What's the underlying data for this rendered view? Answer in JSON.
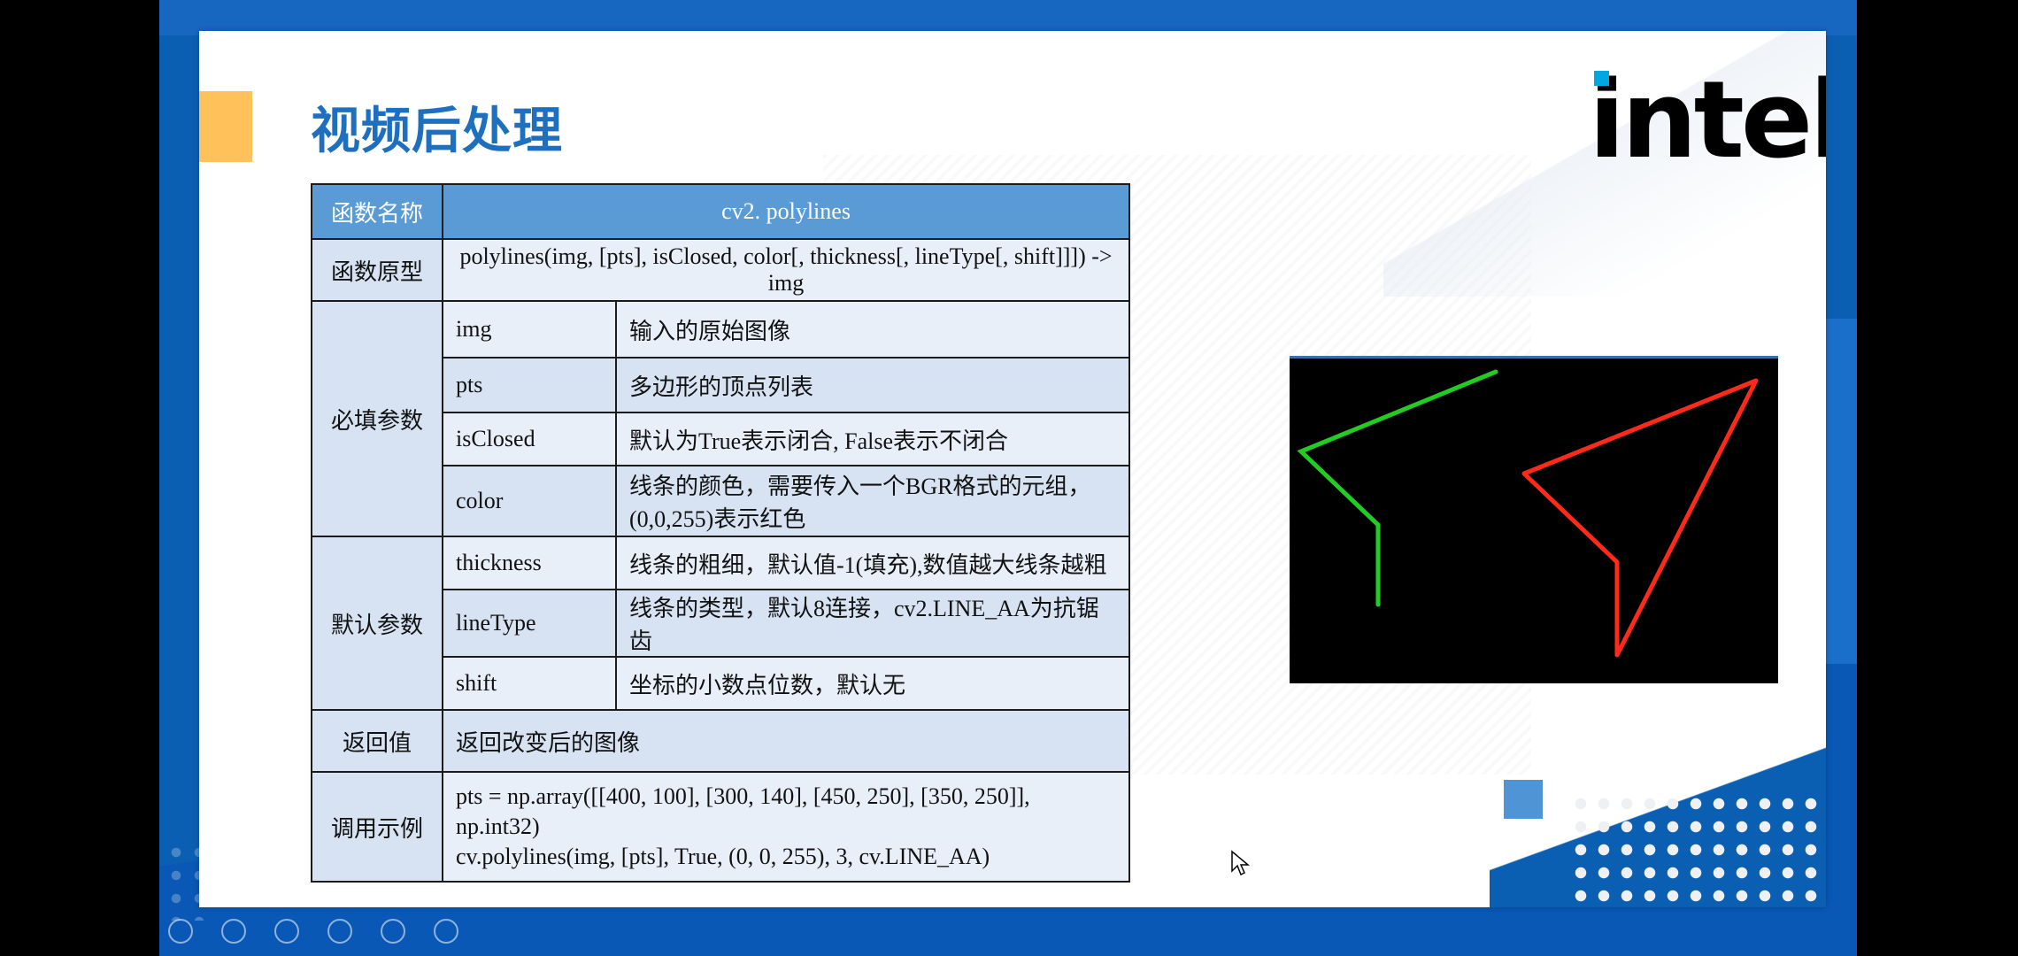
{
  "slide": {
    "title": "视频后处理",
    "logo_text": "intel",
    "accent_color": "#ffc15a",
    "brand_color": "#1f6fbf"
  },
  "table": {
    "name_label": "函数名称",
    "name_value": "cv2. polylines",
    "proto_label": "函数原型",
    "proto_value": "polylines(img, [pts], isClosed, color[, thickness[, lineType[, shift]]]) -> img",
    "required_label": "必填参数",
    "required_params": [
      {
        "name": "img",
        "desc": "输入的原始图像"
      },
      {
        "name": "pts",
        "desc": "多边形的顶点列表"
      },
      {
        "name": "isClosed",
        "desc": "默认为True表示闭合, False表示不闭合"
      },
      {
        "name": "color",
        "desc": "线条的颜色，需要传入一个BGR格式的元组，(0,0,255)表示红色"
      }
    ],
    "default_label": "默认参数",
    "default_params": [
      {
        "name": "thickness",
        "desc": "线条的粗细，默认值-1(填充),数值越大线条越粗"
      },
      {
        "name": "lineType",
        "desc": "线条的类型，默认8连接，cv2.LINE_AA为抗锯齿"
      },
      {
        "name": "shift",
        "desc": "坐标的小数点位数，默认无"
      }
    ],
    "return_label": "返回值",
    "return_value": "返回改变后的图像",
    "example_label": "调用示例",
    "example_line1": "pts = np.array([[400, 100], [300, 140], [450, 250], [350, 250]], np.int32)",
    "example_line2": "cv.polylines(img, [pts], True, (0, 0, 255), 3, cv.LINE_AA)"
  },
  "demo_image": {
    "open_polyline_color": "#22cc22",
    "closed_polyline_color": "#ff2a1a"
  }
}
